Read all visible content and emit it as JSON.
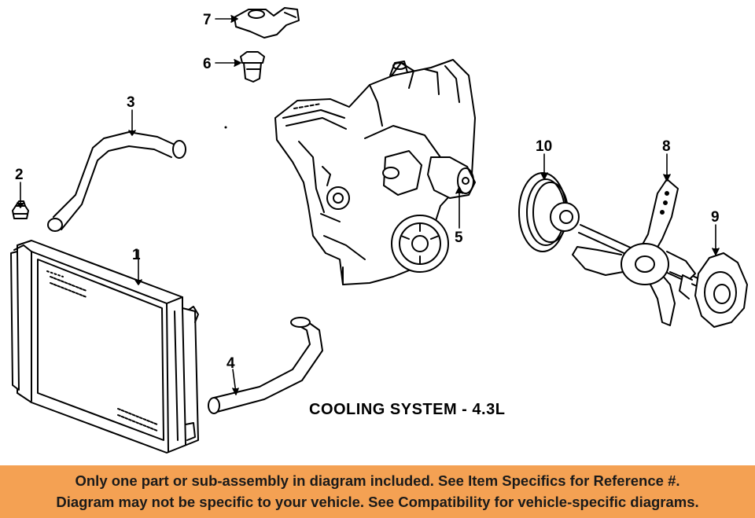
{
  "diagram": {
    "title": "COOLING SYSTEM - 4.3L",
    "callouts": [
      {
        "id": "radiator",
        "number": "1"
      },
      {
        "id": "cap",
        "number": "2"
      },
      {
        "id": "upper-hose",
        "number": "3"
      },
      {
        "id": "lower-hose",
        "number": "4"
      },
      {
        "id": "water-pump",
        "number": "5"
      },
      {
        "id": "thermostat",
        "number": "6"
      },
      {
        "id": "thermostat-housing",
        "number": "7"
      },
      {
        "id": "fan-blade",
        "number": "8"
      },
      {
        "id": "fan-clutch",
        "number": "9"
      },
      {
        "id": "pulley",
        "number": "10"
      }
    ]
  },
  "banner": {
    "line1": "Only one part or sub-assembly in diagram included. See Item Specifics for Reference #.",
    "line2": "Diagram may not be specific to your vehicle. See Compatibility for vehicle-specific diagrams.",
    "color": "#f4a153"
  }
}
